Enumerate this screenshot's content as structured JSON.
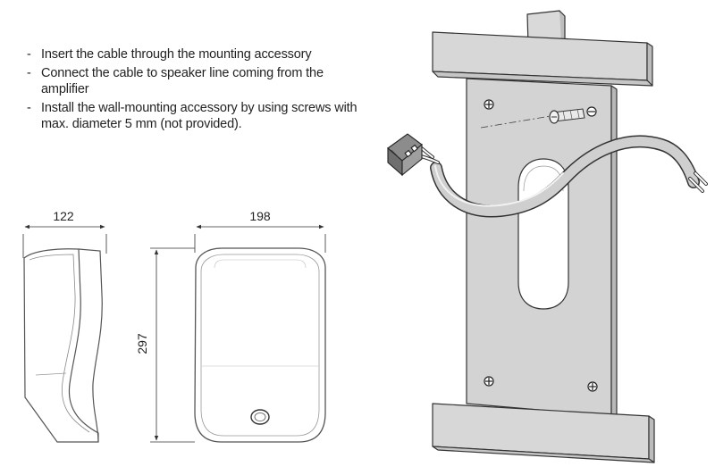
{
  "instructions": {
    "bullet": "-",
    "items": [
      "Insert the cable through the mounting accessory",
      "Connect the cable to speaker line coming from the amplifier",
      "Install the wall-mounting accessory by using screws with max. diameter 5 mm (not provided)."
    ]
  },
  "dimensions": {
    "depth": "122",
    "width": "198",
    "height": "297"
  },
  "colors": {
    "plate_fill": "#d4d4d4",
    "plate_light": "#e6e6e6",
    "line": "#333333",
    "speaker_line": "#555555"
  }
}
